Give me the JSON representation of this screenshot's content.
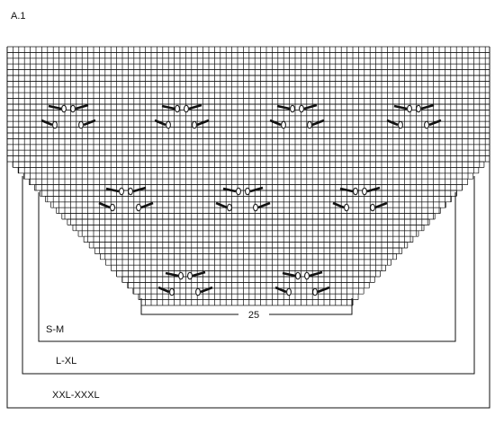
{
  "diagram": {
    "title": "A.1",
    "stitch_count_label": "25",
    "sizes": [
      {
        "label": "S-M"
      },
      {
        "label": "L-XL"
      },
      {
        "label": "XXL-XXXL"
      }
    ],
    "line_color": "#111111",
    "background": "#ffffff",
    "symbol": "cable-leaf-motif"
  }
}
